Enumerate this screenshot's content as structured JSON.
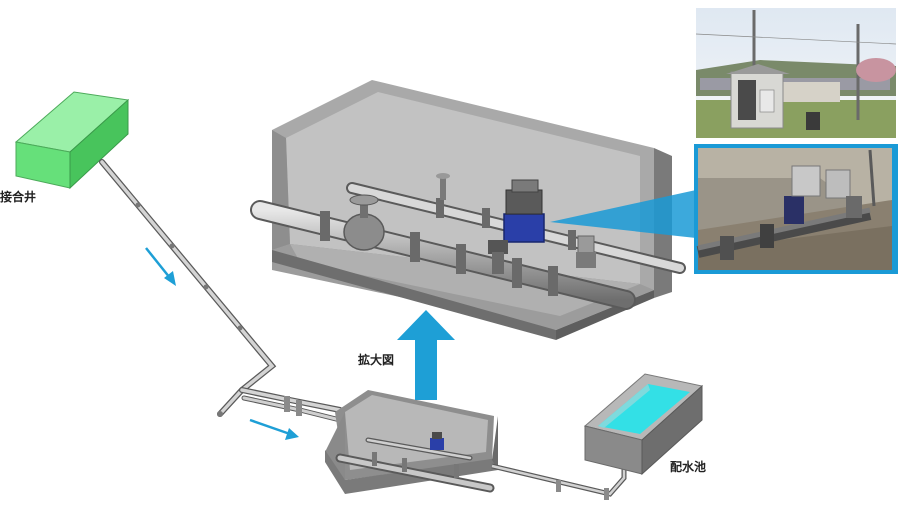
{
  "labels": {
    "junction_well": "接合井",
    "enlarged_view": "拡大図",
    "distribution_reservoir": "配水池"
  },
  "colors": {
    "junction_well": "#66e07a",
    "reservoir_water": "#33e0e6",
    "flow_arrow": "#1e9fd6",
    "callout": "#1a9ad6",
    "valve_body": "#2a3fa8"
  },
  "photos": {
    "top_icon": "valve-house-exterior-photo",
    "bottom_icon": "valve-chamber-interior-photo"
  }
}
